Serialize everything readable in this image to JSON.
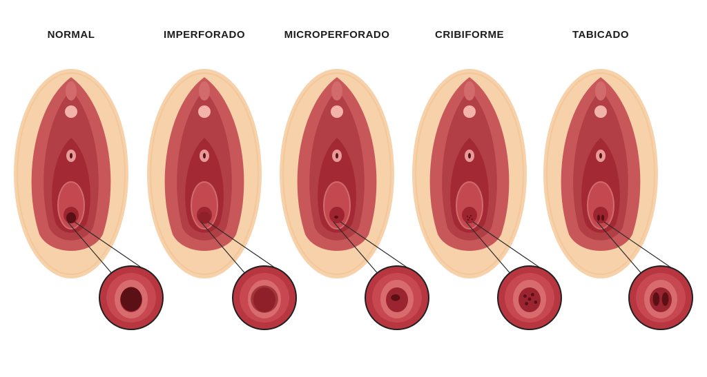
{
  "panels": [
    {
      "key": "normal",
      "label": "NORMAL",
      "variant": "normal"
    },
    {
      "key": "imperforado",
      "label": "IMPERFORADO",
      "variant": "imperforate"
    },
    {
      "key": "microperforado",
      "label": "MICROPERFORADO",
      "variant": "micro"
    },
    {
      "key": "cribiforme",
      "label": "CRIBIFORME",
      "variant": "cribriform"
    },
    {
      "key": "tabicado",
      "label": "TABICADO",
      "variant": "septate"
    }
  ],
  "colors": {
    "skin": "#f7d1aa",
    "skin_edge": "#efc191",
    "outer_lip": "#c8575a",
    "inner_lip": "#b23f45",
    "vestibule": "#a32a34",
    "hymen": "#c4484f",
    "opening": "#5a1015",
    "highlight": "#f2b3aa",
    "line": "#2a2a2a"
  }
}
